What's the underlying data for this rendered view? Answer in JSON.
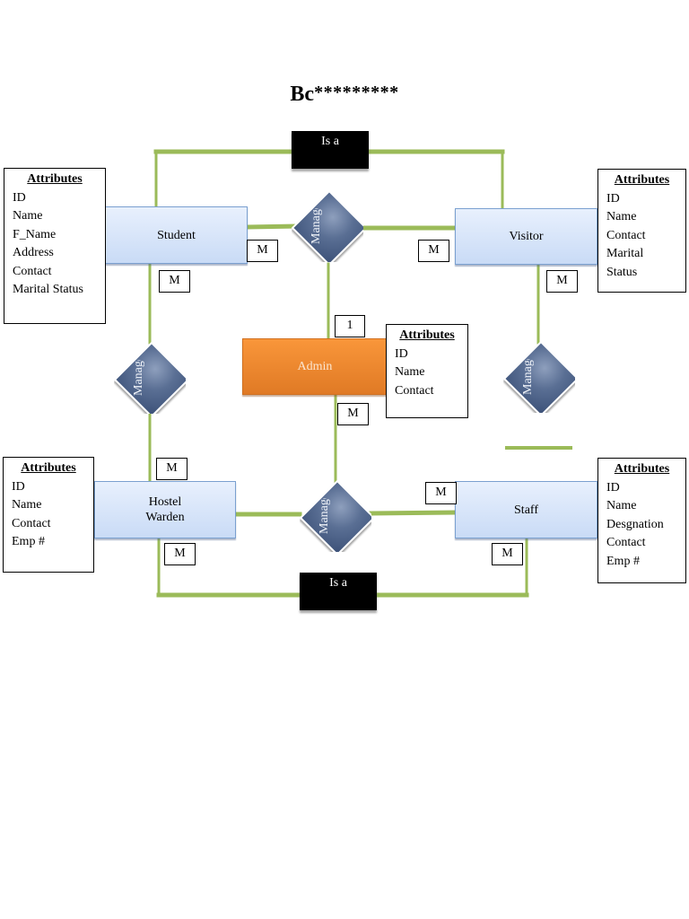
{
  "title": {
    "prefix": "Bc",
    "stars": "*********"
  },
  "isa_labels": {
    "top": "Is a",
    "bottom": "Is a"
  },
  "entities": {
    "student": "Student",
    "visitor": "Visitor",
    "admin": "Admin",
    "hostel_warden": "Hostel\nWarden",
    "staff": "Staff"
  },
  "relationships": {
    "top": "Manages",
    "left": "Manages",
    "right": "Manages",
    "bottom": "Manages"
  },
  "cardinalities": {
    "student_right": "M",
    "student_bottom": "M",
    "visitor_left": "M",
    "visitor_bottom": "M",
    "admin_top": "1",
    "admin_bottom": "M",
    "warden_top": "M",
    "warden_bottom": "M",
    "staff_left": "M",
    "staff_bottom": "M"
  },
  "attributes": {
    "student": {
      "header": "Attributes",
      "items": [
        "ID",
        "Name",
        "F_Name",
        "Address",
        "Contact",
        "Marital Status"
      ]
    },
    "visitor": {
      "header": "Attributes",
      "items": [
        "ID",
        "Name",
        "Contact",
        "Marital",
        "Status"
      ]
    },
    "admin": {
      "header": "Attributes",
      "items": [
        "ID",
        "Name",
        "Contact"
      ]
    },
    "warden": {
      "header": "Attributes",
      "items": [
        "ID",
        "Name",
        "Contact",
        "Emp #"
      ]
    },
    "staff": {
      "header": "Attributes",
      "items": [
        "ID",
        "Name",
        "Desgnation",
        "Contact",
        "Emp #"
      ]
    }
  },
  "colors": {
    "connector": "#9bbb59",
    "entity_fill": "#c9dbf6",
    "admin_fill": "#f08a30",
    "relationship_fill": "#4f6489",
    "isa_fill": "#000000"
  }
}
